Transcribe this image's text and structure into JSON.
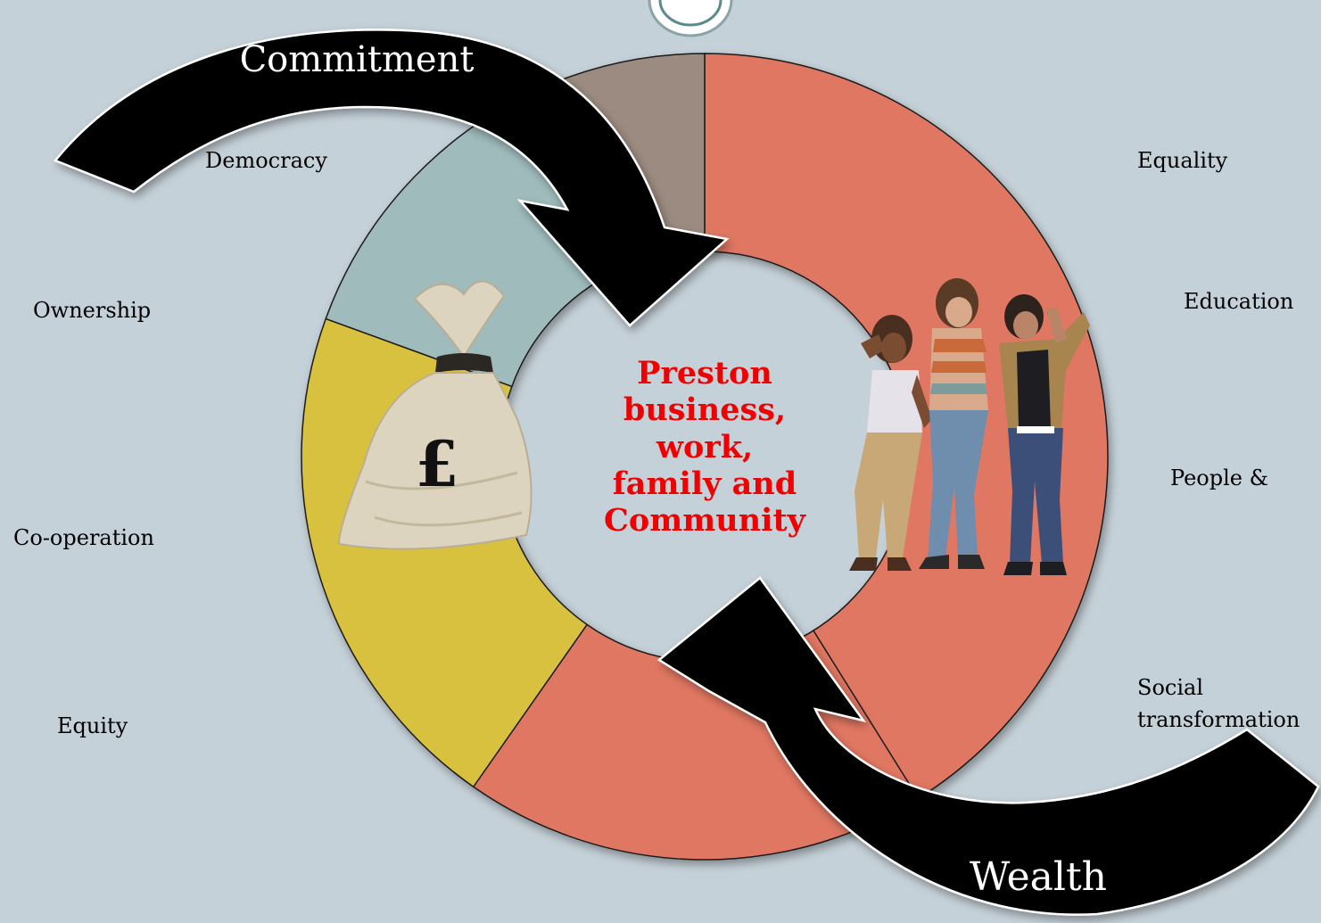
{
  "center": {
    "lines": [
      "Preston",
      "business,",
      "work,",
      "family and",
      "Community"
    ]
  },
  "arrows": {
    "top_label": "Commitment",
    "bottom_label": "Wealth"
  },
  "left_labels": [
    "Democracy",
    "Ownership",
    "Co-operation",
    "Equity"
  ],
  "right_labels": [
    "Equality",
    "Education",
    "People &",
    "Social",
    "transformation"
  ],
  "ring": {
    "segments": [
      {
        "color": "#e07762",
        "from_deg": 0,
        "to_deg": 215
      },
      {
        "color": "#d9c141",
        "from_deg": 215,
        "to_deg": 290
      },
      {
        "color": "#9fbbbc",
        "from_deg": 290,
        "to_deg": 338
      },
      {
        "color": "#9b8b80",
        "from_deg": 338,
        "to_deg": 360
      }
    ]
  },
  "icons": {
    "money": "money-bag-icon",
    "people": "people-figures",
    "pound_symbol": "£"
  },
  "colors": {
    "background": "#c5d1d8",
    "center_text": "#f00000",
    "arrow": "#000000"
  }
}
